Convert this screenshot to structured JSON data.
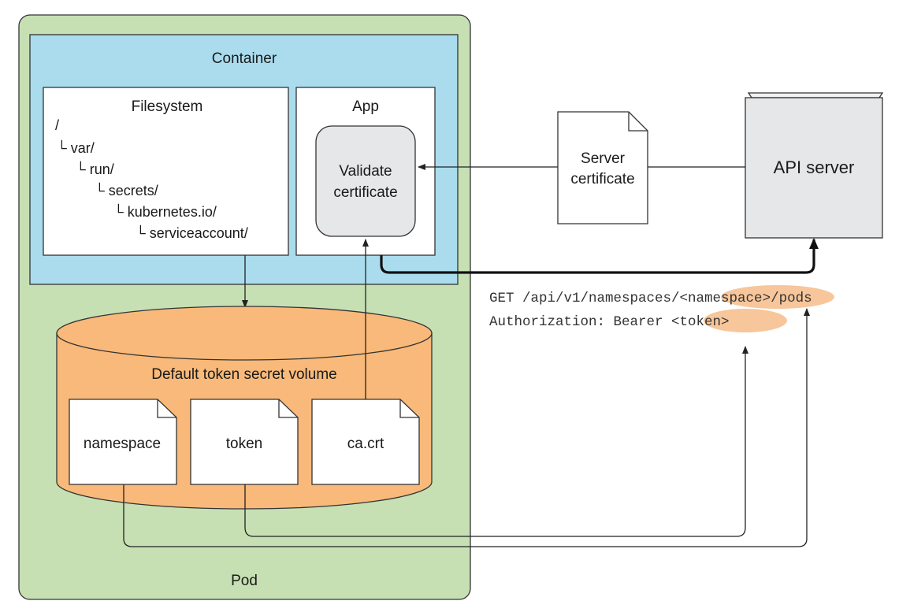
{
  "colors": {
    "pod": "#c6e0b4",
    "container": "#aadcee",
    "volume": "#f8b97a",
    "app_box": "#e6e7e9",
    "highlight": "#f7c69a",
    "border": "#333333"
  },
  "labels": {
    "pod": "Pod",
    "container": "Container",
    "filesystem": "Filesystem",
    "app": "App",
    "validate_line1": "Validate",
    "validate_line2": "certificate",
    "volume": "Default token secret volume",
    "file_namespace": "namespace",
    "file_token": "token",
    "file_ca": "ca.crt",
    "server_cert_line1": "Server",
    "server_cert_line2": "certificate",
    "api_server": "API server"
  },
  "tree": [
    "/",
    "└ var/",
    "└ run/",
    "└ secrets/",
    "└ kubernetes.io/",
    "└ serviceaccount/"
  ],
  "request": {
    "line1_prefix": "GET /api/v1/namespaces/",
    "line1_param": "<namespace>",
    "line1_suffix": "/pods",
    "line2_prefix": "Authorization: Bearer ",
    "line2_param": "<token>"
  }
}
